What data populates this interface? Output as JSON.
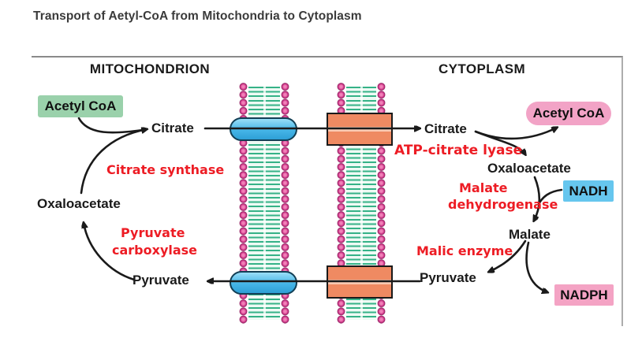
{
  "title": "Transport of Aetyl-CoA from Mitochondria to Cytoplasm",
  "regions": {
    "mitochondrion": "MITOCHONDRION",
    "cytoplasm": "CYTOPLASM"
  },
  "mitochondrion": {
    "acetyl_coa": "Acetyl CoA",
    "citrate": "Citrate",
    "oxaloacetate": "Oxaloacetate",
    "pyruvate": "Pyruvate",
    "citrate_synthase": "Citrate synthase",
    "pyruvate_carboxylase_line1": "Pyruvate",
    "pyruvate_carboxylase_line2": "carboxylase"
  },
  "cytoplasm": {
    "citrate": "Citrate",
    "atp_citrate_lyase": "ATP-citrate lyase",
    "acetyl_coa": "Acetyl CoA",
    "oxaloacetate": "Oxaloacetate",
    "malate_dehydrogenase_line1": "Malate",
    "malate_dehydrogenase_line2": "dehydrogenase",
    "nadh": "NADH",
    "malate": "Malate",
    "malic_enzyme": "Malic enzyme",
    "pyruvate": "Pyruvate",
    "nadph": "NADPH"
  },
  "colors": {
    "acetyl_coa_mito_bg": "#9ad1ab",
    "acetyl_coa_cyto_bg": "#f2a3c6",
    "nadh_bg": "#66c6ee",
    "nadph_bg": "#f4a3c4",
    "enzyme_text": "#ed1c24",
    "label_text": "#1a1a1a",
    "membrane_head": "#d1388a",
    "membrane_tail": "#35b287",
    "transporter_blue": "#45b5e7",
    "transporter_orange": "#ef8a62",
    "arrow": "#1a1a1a",
    "frame_border": "#8a8a8a"
  }
}
